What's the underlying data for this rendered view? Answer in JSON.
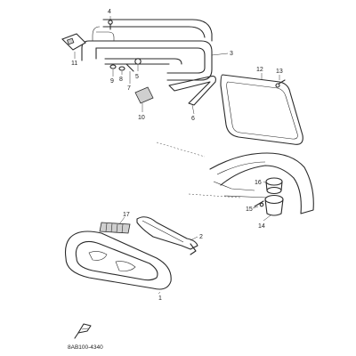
{
  "callouts": [
    "4",
    "11",
    "3",
    "12",
    "13",
    "9",
    "8",
    "5",
    "7",
    "10",
    "6",
    "16",
    "15",
    "14",
    "17",
    "2",
    "1"
  ],
  "drawing_code": "8AB100-4340"
}
